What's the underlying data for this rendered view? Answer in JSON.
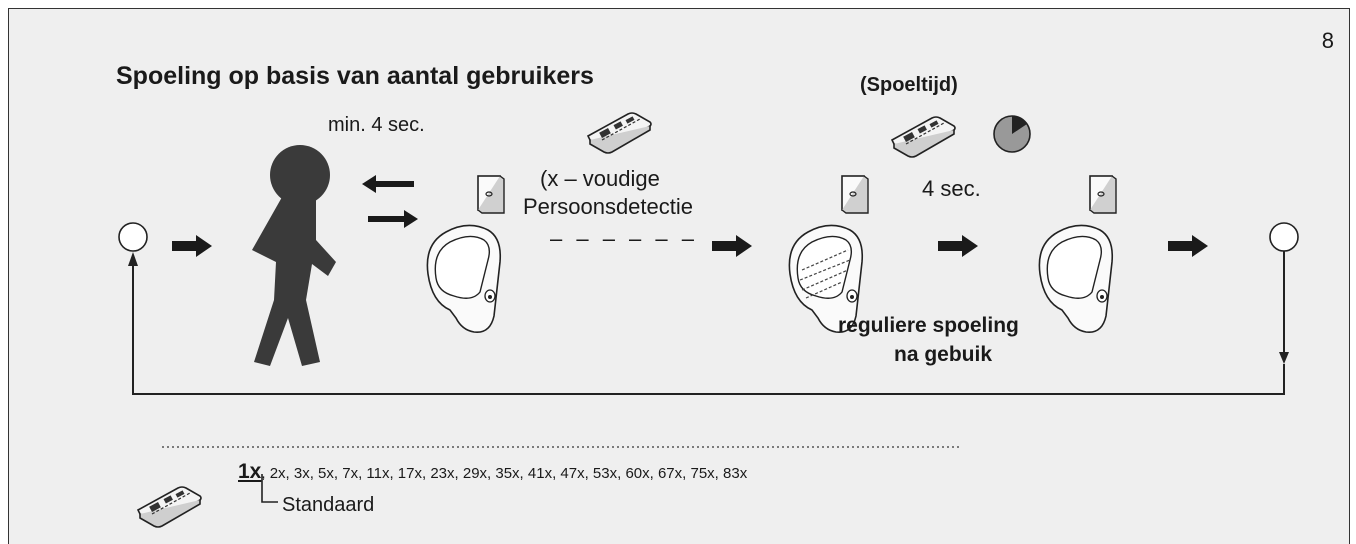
{
  "page_number": "8",
  "title": "Spoeling op basis van aantal gebruikers",
  "labels": {
    "min_time": "min. 4 sec.",
    "spoeltijd": "(Spoeltijd)",
    "detection_line1": "(x – voudige",
    "detection_line2": "Persoonsdetectie",
    "dashes": "– – – – – –",
    "four_sec": "4 sec.",
    "regular_line1": "reguliere spoeling",
    "regular_line2": "na gebuik"
  },
  "options": {
    "default_value": "1x",
    "others": ", 2x, 3x, 5x, 7x, 11x, 17x, 23x, 29x, 35x, 41x, 47x, 53x, 60x, 67x, 75x, 83x",
    "default_label": "Standaard"
  },
  "colors": {
    "panel_bg": "#efefef",
    "figure": "#3a3a3a",
    "arrow": "#1a1a1a",
    "timer_fill": "#999999"
  }
}
